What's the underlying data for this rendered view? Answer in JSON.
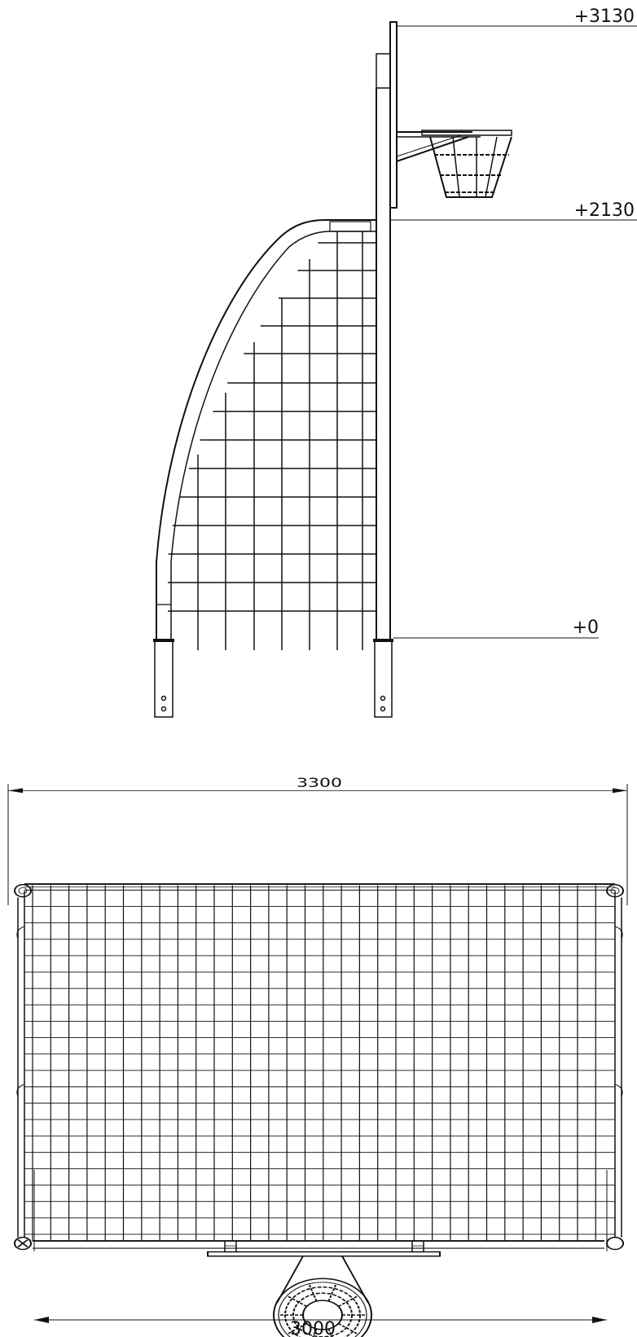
{
  "side_view": {
    "levels": [
      {
        "label": "+3130"
      },
      {
        "label": "+2130"
      },
      {
        "label": "+0"
      }
    ]
  },
  "top_view": {
    "overall_width_label": "3300",
    "inner_width_label": "3000"
  },
  "colors": {
    "line": "#111111",
    "background": "#ffffff"
  }
}
